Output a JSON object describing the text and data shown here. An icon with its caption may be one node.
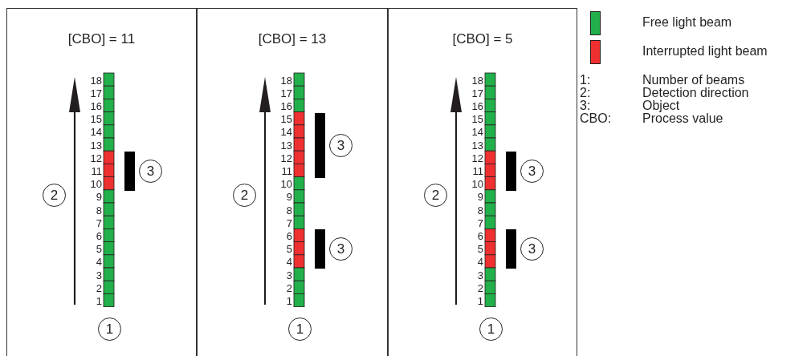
{
  "diagram": {
    "nodes": [
      {
        "text": [
          "[CBO] = 11"
        ]
      },
      {
        "text": [],
        "shape": "bar",
        "in": 0,
        "beside": [
          "3"
        ]
      },
      {
        "text": [
          "[CBO] = 13"
        ]
      },
      {
        "text": [],
        "shape": "bar",
        "in": 2,
        "beside": [
          "3"
        ]
      },
      {
        "text": [],
        "shape": "bar",
        "in": 2,
        "beside": [
          "3"
        ]
      },
      {
        "text": [
          "[CBO] = 5"
        ]
      },
      {
        "text": [],
        "shape": "bar",
        "in": 5,
        "beside": [
          "3"
        ]
      },
      {
        "text": [],
        "shape": "bar",
        "in": 5,
        "beside": [
          "3"
        ]
      }
    ],
    "labels": [
      "18",
      "17",
      "16",
      "15",
      "14",
      "13",
      "12",
      "11",
      "10",
      "9",
      "8",
      "7",
      "6",
      "5",
      "4",
      "3",
      "2",
      "1",
      "2",
      "1",
      "18",
      "17",
      "16",
      "15",
      "14",
      "13",
      "12",
      "11",
      "10",
      "9",
      "8",
      "7",
      "6",
      "5",
      "4",
      "3",
      "2",
      "1",
      "2",
      "1",
      "18",
      "17",
      "16",
      "15",
      "14",
      "13",
      "12",
      "11",
      "10",
      "9",
      "8",
      "7",
      "6",
      "5",
      "4",
      "3",
      "2",
      "1",
      "2",
      "1",
      "1:",
      "Number of beams",
      "2:",
      "Detection direction",
      "3:",
      "Object",
      "CBO:",
      "Process value"
    ],
    "legend": [
      {
        "text": "Free light beam",
        "color": "#22b04b"
      },
      {
        "text": "Interrupted light beam",
        "color": "#ee3030"
      }
    ]
  }
}
